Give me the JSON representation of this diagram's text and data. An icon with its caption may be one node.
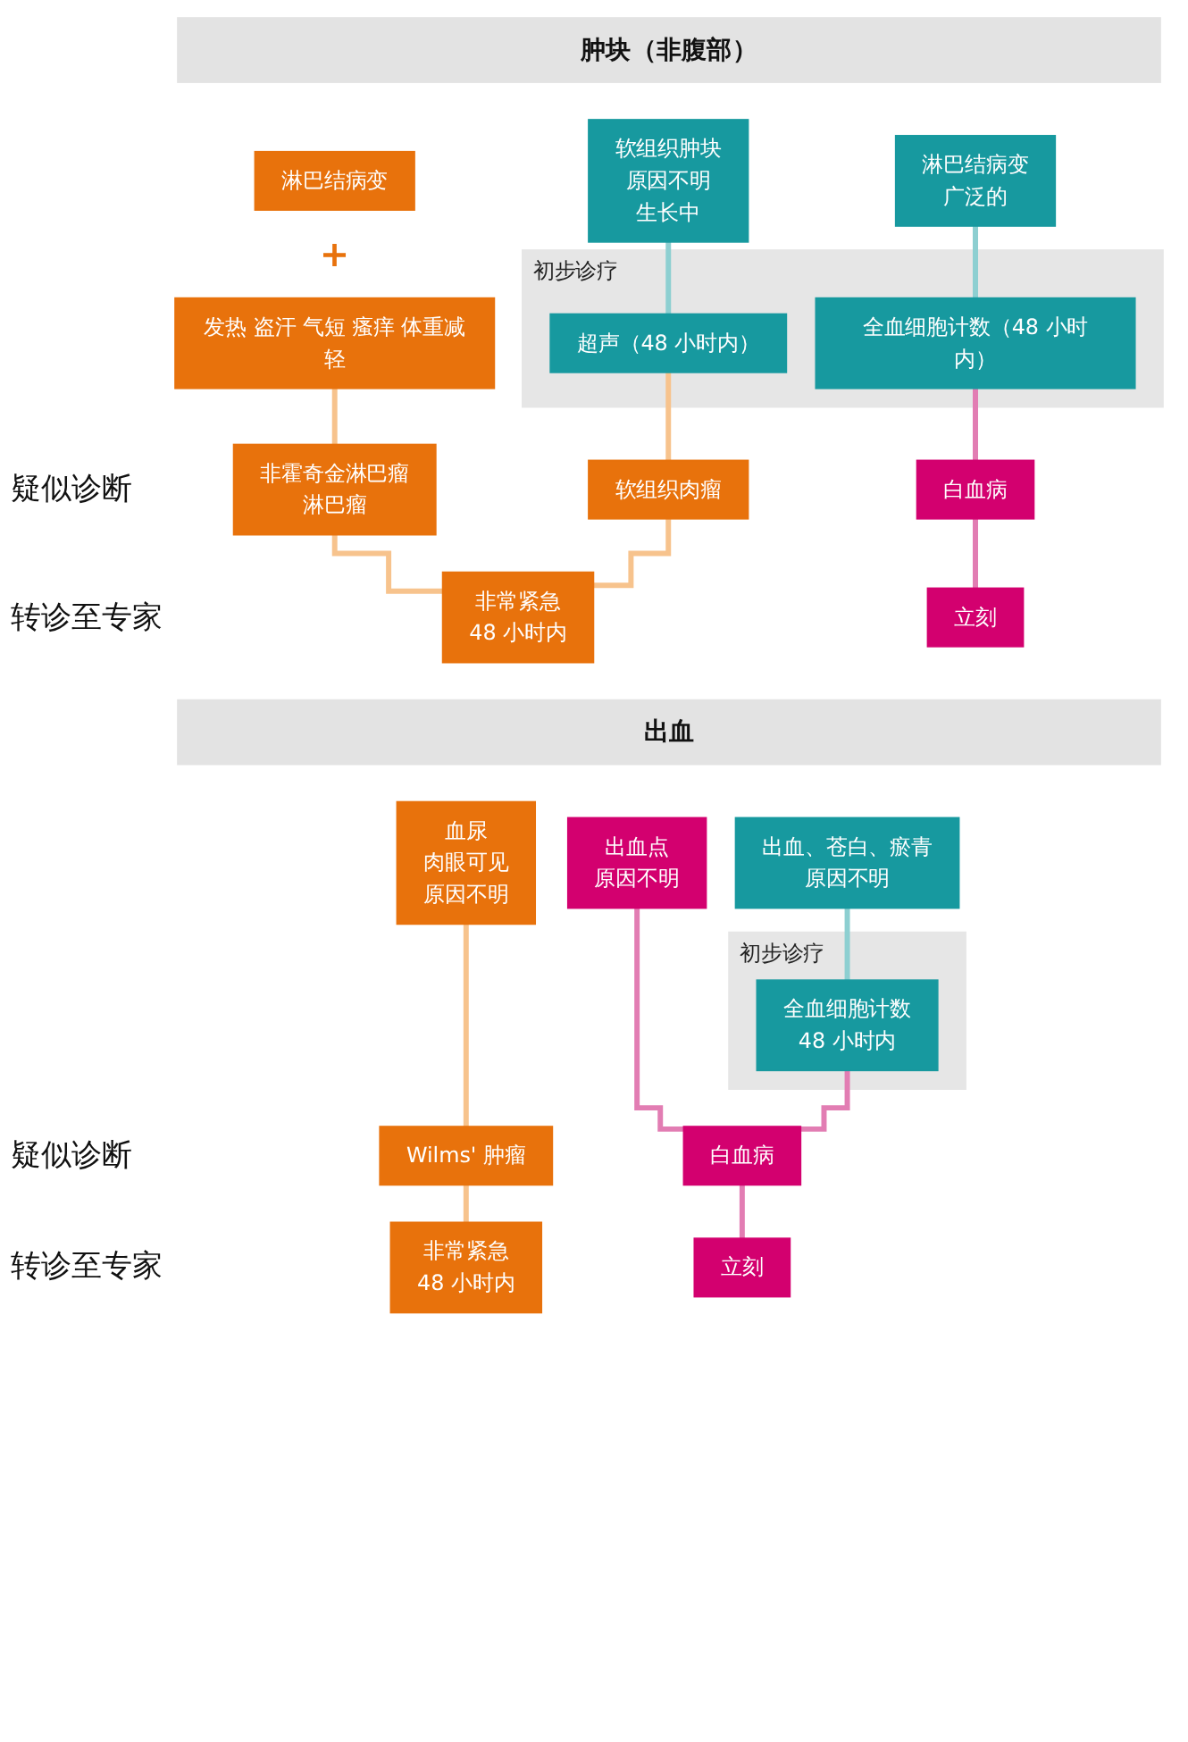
{
  "diagram": {
    "nodes": [
      {
        "text": [
          "肿块（非腹部）"
        ]
      },
      {
        "text": [
          "淋巴结病变"
        ]
      },
      {
        "text": [
          "发热 盗汗 气短 瘙痒 体重减轻"
        ]
      },
      {
        "text": [
          "软组织肿块",
          "原因不明",
          "生长中"
        ]
      },
      {
        "text": [
          "淋巴结病变",
          "广泛的"
        ]
      },
      {
        "text": [
          "初步诊疗"
        ]
      },
      {
        "text": [
          "超声（48 小时内）"
        ],
        "in": 5
      },
      {
        "text": [
          "全血细胞计数（48 小时内）"
        ],
        "in": 5
      },
      {
        "text": [
          "非霍奇金淋巴瘤",
          "淋巴瘤"
        ]
      },
      {
        "text": [
          "软组织肉瘤"
        ]
      },
      {
        "text": [
          "白血病"
        ]
      },
      {
        "text": [
          "非常紧急",
          "48 小时内"
        ]
      },
      {
        "text": [
          "立刻"
        ]
      },
      {
        "text": [
          "出血"
        ]
      },
      {
        "text": [
          "血尿",
          "肉眼可见",
          "原因不明"
        ]
      },
      {
        "text": [
          "出血点",
          "原因不明"
        ]
      },
      {
        "text": [
          "出血、苍白、瘀青",
          "原因不明"
        ]
      },
      {
        "text": [
          "初步诊疗"
        ]
      },
      {
        "text": [
          "全血细胞计数",
          "48 小时内"
        ],
        "in": 17
      },
      {
        "text": [
          "Wilms' 肿瘤"
        ]
      },
      {
        "text": [
          "白血病"
        ]
      },
      {
        "text": [
          "非常紧急",
          "48 小时内"
        ]
      },
      {
        "text": [
          "立刻"
        ]
      }
    ],
    "edges": [
      {
        "from": 2,
        "to": 8,
        "arrow": "none"
      },
      {
        "from": 3,
        "to": 6,
        "arrow": "none",
        "color": "#8dcfd1"
      },
      {
        "from": 4,
        "to": 7,
        "arrow": "none",
        "color": "#8dcfd1"
      },
      {
        "from": 6,
        "to": 9,
        "arrow": "none"
      },
      {
        "from": 7,
        "to": 10,
        "arrow": "none",
        "color": "#e27db3"
      },
      {
        "from": 8,
        "to": 11,
        "arrow": "none"
      },
      {
        "from": 9,
        "to": 11,
        "arrow": "none"
      },
      {
        "from": 10,
        "to": 12,
        "arrow": "none",
        "color": "#e27db3"
      },
      {
        "from": 14,
        "to": 19,
        "arrow": "none"
      },
      {
        "from": 15,
        "to": 20,
        "arrow": "none",
        "color": "#e27db3"
      },
      {
        "from": 16,
        "to": 18,
        "arrow": "none",
        "color": "#8dcfd1"
      },
      {
        "from": 18,
        "to": 20,
        "arrow": "none",
        "color": "#e27db3"
      },
      {
        "from": 19,
        "to": 21,
        "arrow": "none"
      },
      {
        "from": 20,
        "to": 22,
        "arrow": "none",
        "color": "#e27db3"
      }
    ],
    "labels": [
      "+",
      "疑似诊断",
      "转诊至专家",
      "疑似诊断",
      "转诊至专家"
    ]
  }
}
